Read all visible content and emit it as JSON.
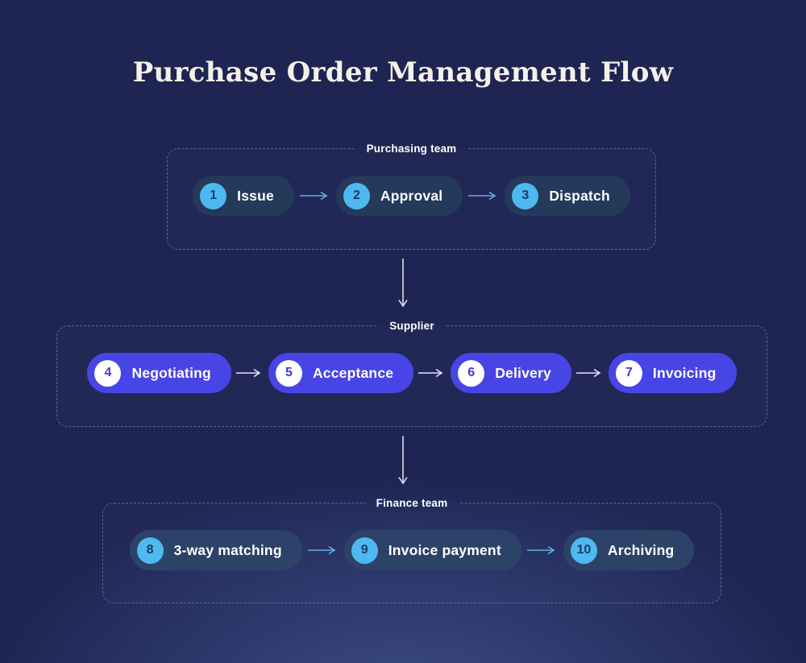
{
  "title": "Purchase Order Management Flow",
  "colors": {
    "background": "#1e2552",
    "glow": "#566fb5",
    "title_text": "#f5f1e8",
    "lane_border": "#8a9ac0",
    "lane_label_text": "#ffffff",
    "dark_pill_bg": "#25395b",
    "dark_pill_bg_alt": "#2d4267",
    "cyan_circle": "#4db9f0",
    "dark_number": "#1c3b63",
    "indigo_pill_bg": "#4845e6",
    "white_circle": "#ffffff",
    "indigo_number": "#4438cf",
    "arrow_blue": "#5fb0e0",
    "arrow_white": "#e4e4f4",
    "step_text": "#ffffff"
  },
  "lanes": [
    {
      "label": "Purchasing team",
      "steps": [
        {
          "num": "1",
          "label": "Issue"
        },
        {
          "num": "2",
          "label": "Approval"
        },
        {
          "num": "3",
          "label": "Dispatch"
        }
      ]
    },
    {
      "label": "Supplier",
      "steps": [
        {
          "num": "4",
          "label": "Negotiating"
        },
        {
          "num": "5",
          "label": "Acceptance"
        },
        {
          "num": "6",
          "label": "Delivery"
        },
        {
          "num": "7",
          "label": "Invoicing"
        }
      ]
    },
    {
      "label": "Finance team",
      "steps": [
        {
          "num": "8",
          "label": "3-way matching"
        },
        {
          "num": "9",
          "label": "Invoice payment"
        },
        {
          "num": "10",
          "label": "Archiving"
        }
      ]
    }
  ]
}
